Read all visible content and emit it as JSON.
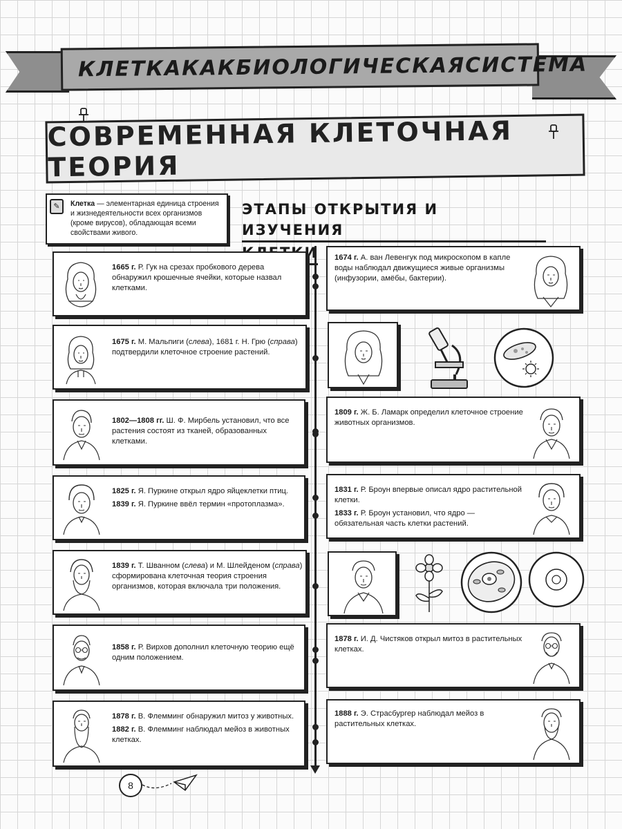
{
  "header": {
    "banner_words": [
      "КЛЕТКА",
      "КАК",
      "БИОЛОГИЧЕСКАЯ",
      "СИСТЕМА"
    ],
    "title": "СОВРЕМЕННАЯ КЛЕТОЧНАЯ ТЕОРИЯ"
  },
  "definition": {
    "term": "Клетка",
    "text": " — элементарная единица строения и жизнедеятельности всех организмов (кроме вирусов), обладающая всеми свойствами живого."
  },
  "section": {
    "title_line1": "ЭТАПЫ ОТКРЫТИЯ И ИЗУЧЕНИЯ",
    "title_line2": "КЛЕТКИ"
  },
  "left_cards": [
    {
      "year1": "1665 г.",
      "text1": " Р. Гук на срезах пробкового дерева обнаружил крошечные ячейки, которые назвал клетками."
    },
    {
      "year1": "1675 г.",
      "text1": " М. Мальпиги (",
      "em1": "слева",
      "text1b": "), 1681 г. Н. Грю (",
      "em2": "справа",
      "text1c": ") подтвердили клеточное строение растений."
    },
    {
      "year1": "1802—1808 гг.",
      "text1": " Ш. Ф. Мирбель установил, что все растения состоят из тканей, образованных клетками."
    },
    {
      "year1": "1825 г.",
      "text1": " Я. Пуркине открыл ядро яйцеклетки птиц.",
      "year2": "1839 г.",
      "text2": " Я. Пуркине ввёл термин «протоплазма»."
    },
    {
      "year1": "1839 г.",
      "text1": " Т. Шванном (",
      "em1": "слева",
      "text1b": ") и М. Шлейденом (",
      "em2": "справа",
      "text1c": ") сформирована клеточная теория строения организмов, которая включала три положения."
    },
    {
      "year1": "1858 г.",
      "text1": " Р. Вирхов дополнил клеточную теорию ещё одним положением."
    },
    {
      "year1": "1878 г.",
      "text1": " В. Флемминг обнаружил митоз у животных.",
      "year2": "1882 г.",
      "text2": " В. Флемминг наблюдал мейоз в животных клетках."
    }
  ],
  "right_cards": [
    {
      "year1": "1674 г.",
      "text1": " А. ван Левенгук под микроскопом в капле воды наблюдал движущиеся живые организмы (инфузории, амёбы, бактерии)."
    },
    {
      "year1": "1809 г.",
      "text1": " Ж. Б. Ламарк определил клеточное строение животных организмов."
    },
    {
      "year1": "1831 г.",
      "text1": " Р. Броун впервые описал ядро растительной клетки.",
      "year2": "1833 г.",
      "text2": " Р. Броун установил, что ядро — обязательная часть клетки растений."
    },
    {
      "year1": "1878 г.",
      "text1": " И. Д. Чистяков открыл митоз в растительных клетках."
    },
    {
      "year1": "1888 г.",
      "text1": " Э. Страсбургер наблюдал мейоз в растительных клетках."
    }
  ],
  "footer": {
    "page_number": "8"
  }
}
